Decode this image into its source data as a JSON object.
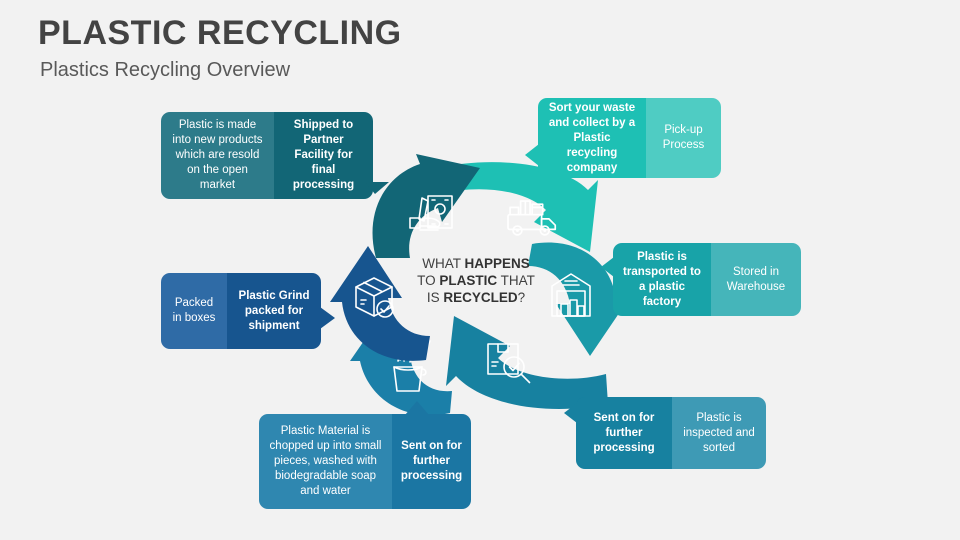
{
  "header": {
    "title": "PLASTIC RECYCLING",
    "subtitle": "Plastics Recycling Overview"
  },
  "center": {
    "line1_plain": "WHAT ",
    "line1_bold": "HAPPENS",
    "line2_plain1": "TO ",
    "line2_bold": "PLASTIC",
    "line2_plain2": " THAT",
    "line3_plain": "IS ",
    "line3_bold": "RECYCLED",
    "line3_end": "?"
  },
  "colors": {
    "background": "#f2f2f2",
    "title": "#434343",
    "subtitle": "#595959",
    "teal_bright": "#1ec0b4",
    "teal_bright_light": "#4fccc3",
    "teal": "#1a9aa8",
    "teal_light": "#4cb2bd",
    "teal_dark": "#126676",
    "blue_teal": "#1781a0",
    "blue_teal_light": "#3e9ab5",
    "blue": "#1b7fa8",
    "blue_mid": "#1d76a3",
    "blue_dark": "#17558f",
    "blue_dark_light": "#2f6ba6"
  },
  "cards": [
    {
      "id": "pick-up-process",
      "bold_text": "Sort your waste and collect by a Plastic recycling company",
      "plain_text": "Pick-up Process",
      "bold_color": "#1ec0b4",
      "plain_color": "#4fccc3",
      "bold_side": "left"
    },
    {
      "id": "stored-in-warehouse",
      "bold_text": "Plastic is transported to a plastic factory",
      "plain_text": "Stored in Warehouse",
      "bold_color": "#18a3a8",
      "plain_color": "#45b5ba",
      "bold_side": "left"
    },
    {
      "id": "inspected-and-sorted",
      "bold_text": "Sent on for further processing",
      "plain_text": "Plastic is inspected and sorted",
      "bold_color": "#1781a0",
      "plain_color": "#3e9ab5",
      "bold_side": "left"
    },
    {
      "id": "chopped-and-washed",
      "bold_text": "Sent on for further processing",
      "plain_text": "Plastic Material is chopped up into small pieces, washed with biodegradable soap and water",
      "bold_color": "#1b76a3",
      "plain_color": "#2f87b0",
      "bold_side": "right"
    },
    {
      "id": "packed-for-shipment",
      "bold_text": "Plastic Grind packed for shipment",
      "plain_text": "Packed in boxes",
      "bold_color": "#17558f",
      "plain_color": "#2f6ba6",
      "bold_side": "right"
    },
    {
      "id": "shipped-to-partner-facility",
      "bold_text": "Shipped to Partner Facility for final processing",
      "plain_text": "Plastic is made into new products which are resold on the open market",
      "bold_color": "#126676",
      "plain_color": "#2d7b8a",
      "bold_side": "right"
    }
  ],
  "ring_segments": [
    {
      "id": "collection-truck",
      "icon": "truck-icon",
      "color": "#1ec0b4"
    },
    {
      "id": "warehouse-storage",
      "icon": "warehouse-icon",
      "color": "#1a9aa8"
    },
    {
      "id": "inspection",
      "icon": "box-magnifier-icon",
      "color": "#1781a0"
    },
    {
      "id": "washing",
      "icon": "washing-bucket-icon",
      "color": "#1b7fa8"
    },
    {
      "id": "packaging",
      "icon": "box-check-icon",
      "color": "#17558f"
    },
    {
      "id": "resale",
      "icon": "hand-money-icon",
      "color": "#126676"
    }
  ]
}
